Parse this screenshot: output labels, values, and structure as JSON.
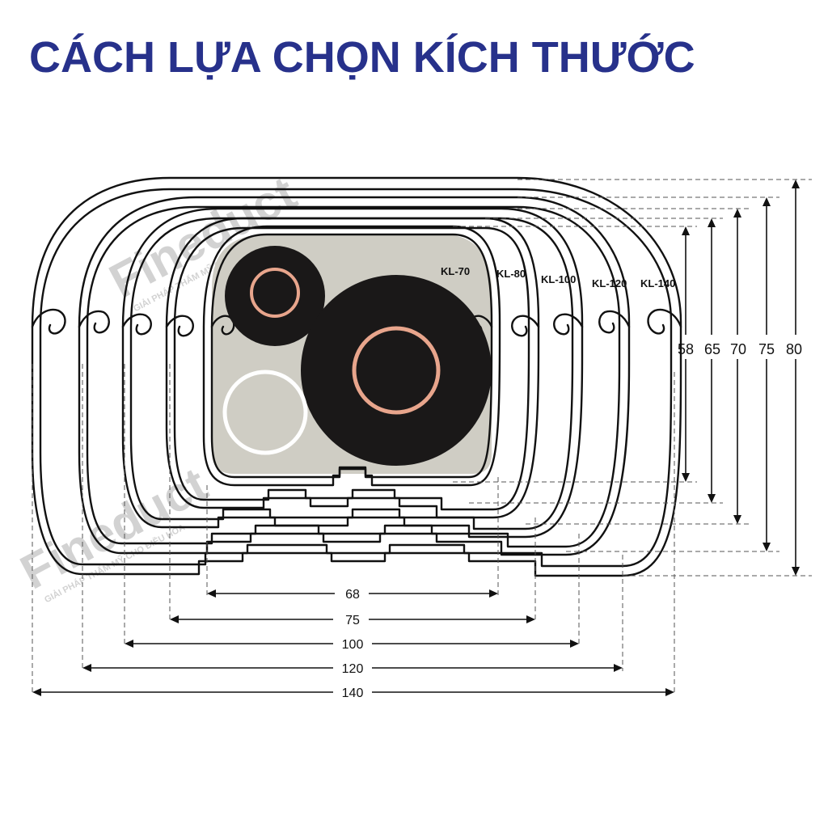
{
  "title": "CÁCH LỰA CHỌN KÍCH THƯỚC",
  "watermark": {
    "brand": "Fineduct",
    "registered": "®",
    "tagline": "GIẢI PHÁP THẨM MỸ CHO ĐIỀU HÒA"
  },
  "model_labels": [
    "KL-70",
    "KL-80",
    "KL-100",
    "KL-120",
    "KL-140"
  ],
  "heights": [
    "58",
    "65",
    "70",
    "75",
    "80"
  ],
  "widths": [
    "68",
    "75",
    "100",
    "120",
    "140"
  ],
  "colors": {
    "title": "#27318b",
    "interior_fill": "#cfcdc4",
    "pipe": "#1a1818",
    "copper": "#e8a58c",
    "outline": "#111111"
  }
}
